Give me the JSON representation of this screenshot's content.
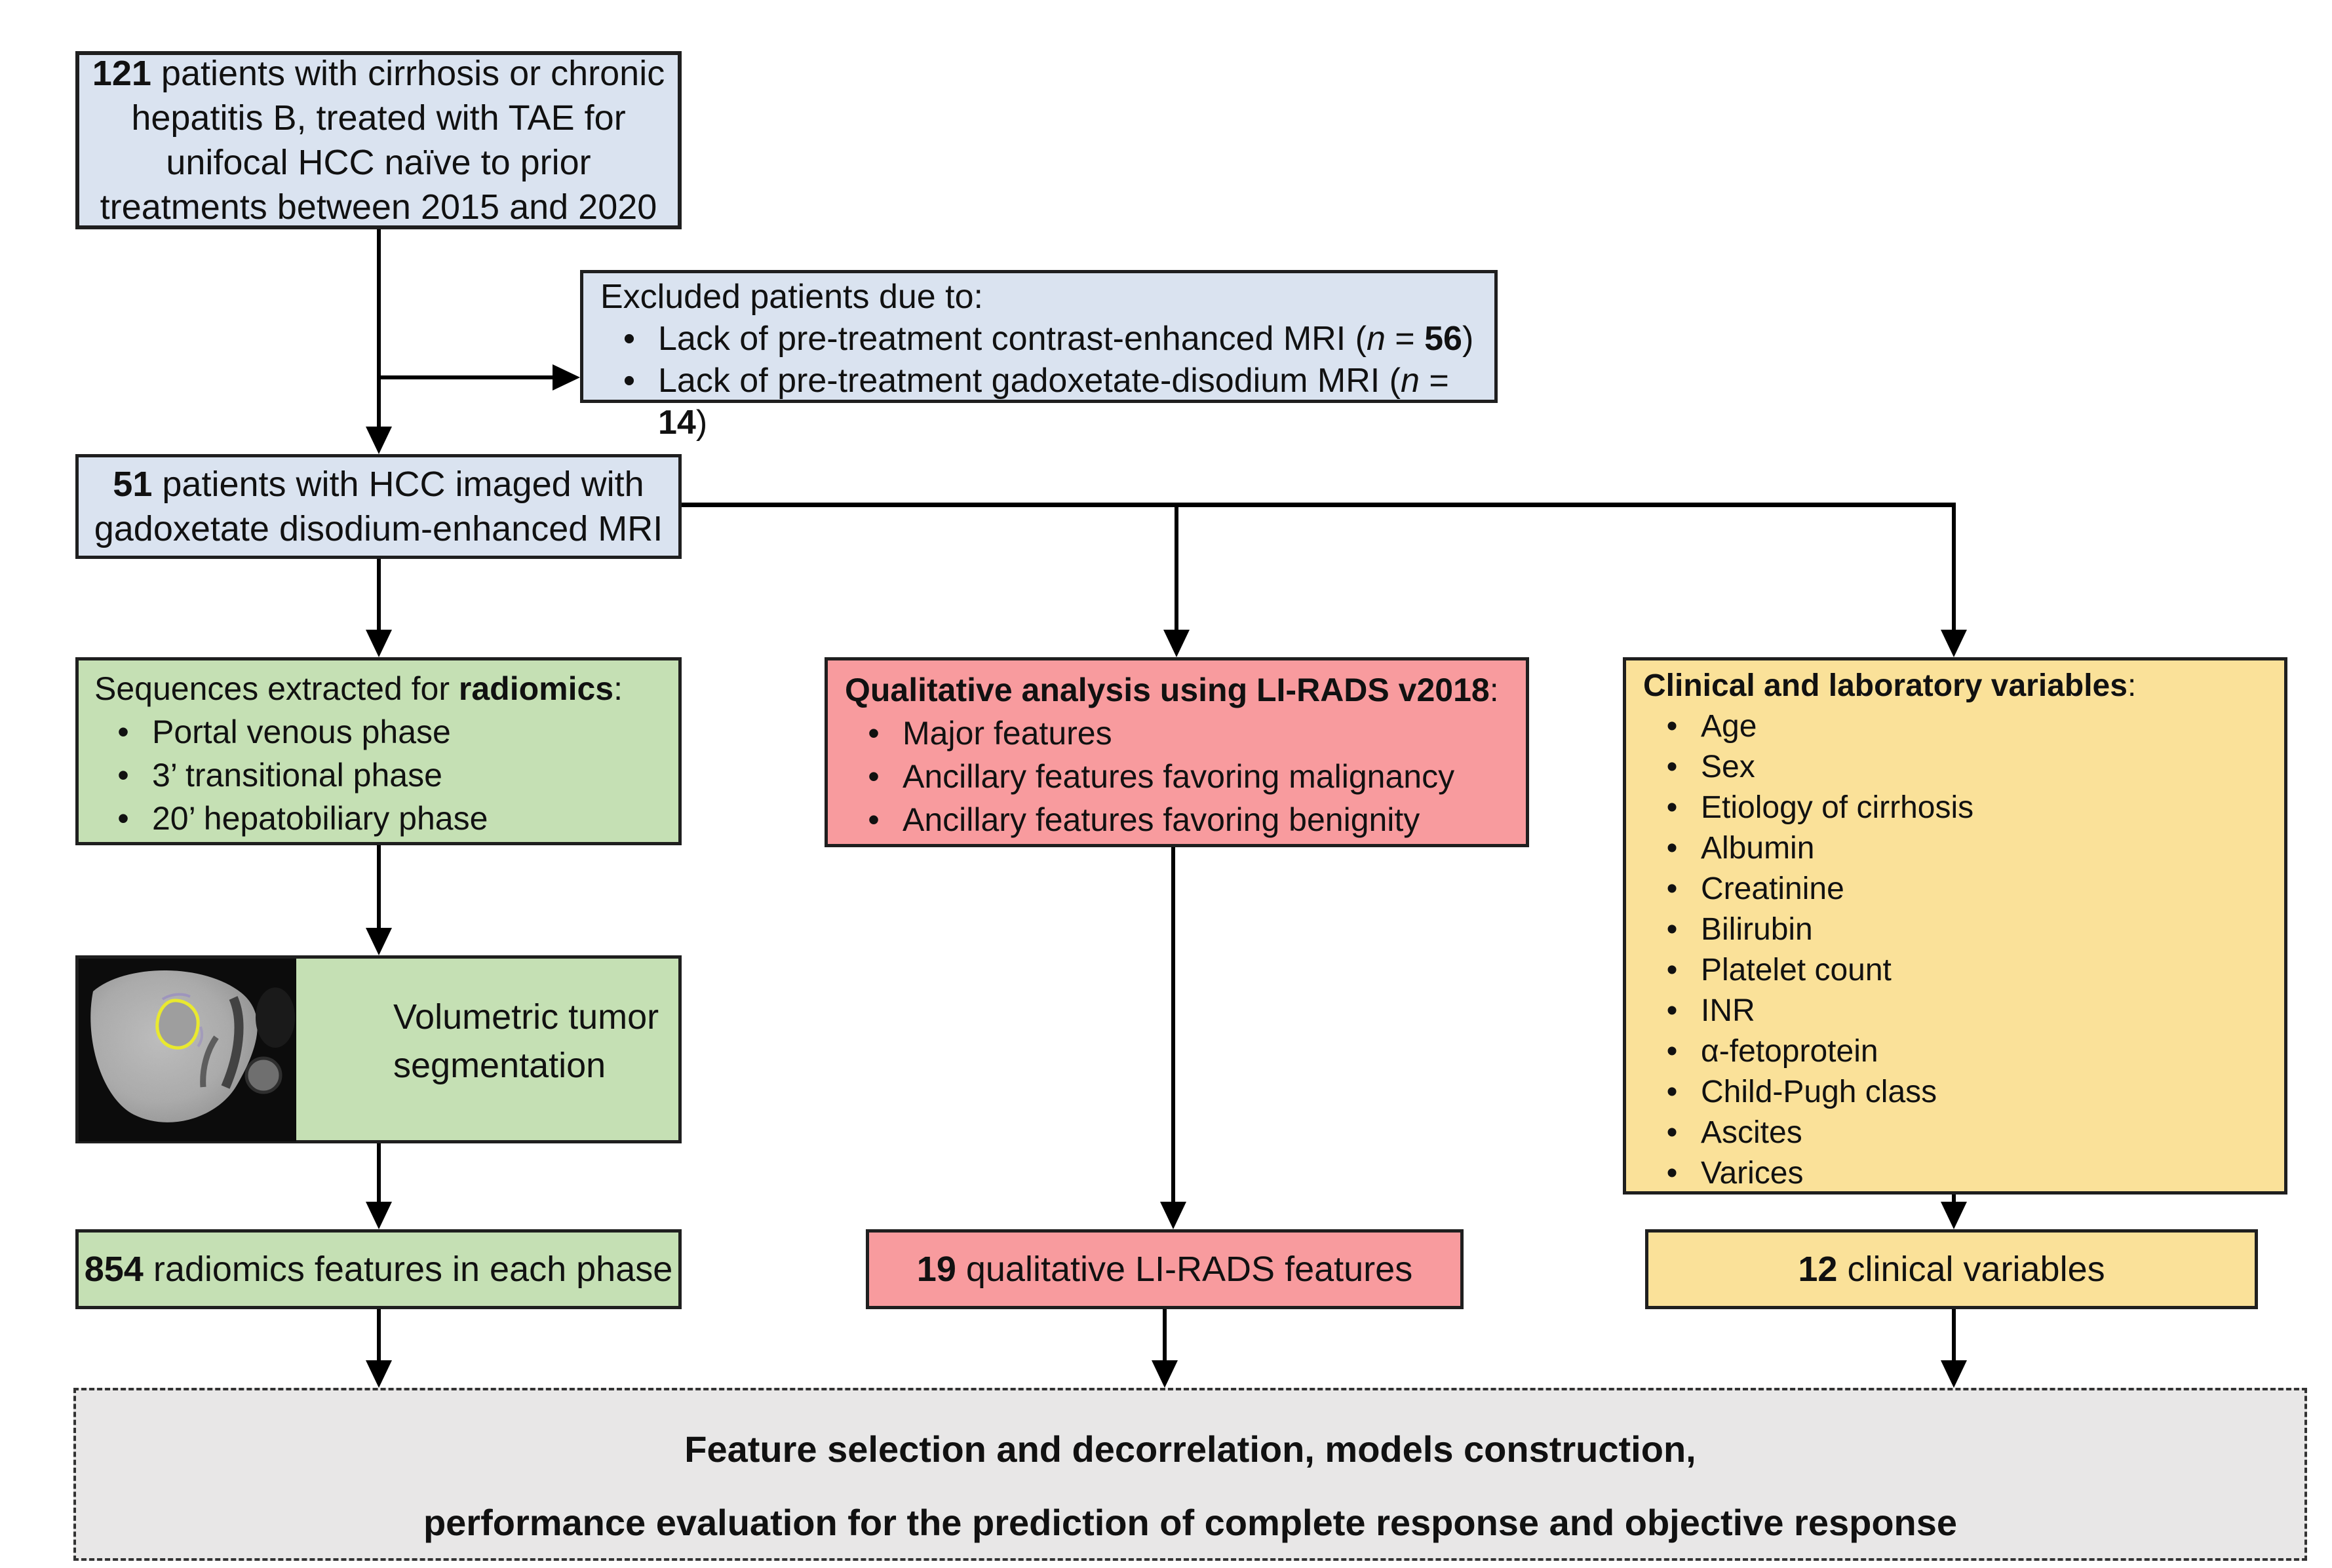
{
  "palette": {
    "blue": "#dae3f0",
    "green": "#c5e0b4",
    "red": "#f89b9e",
    "yellow": "#fae199",
    "gray_final": "#e8e7e7",
    "line": "#000000",
    "border": "#1f1f1f"
  },
  "boxes": {
    "cohort": {
      "number": "121",
      "line1_rest": " patients with cirrhosis or chronic",
      "line2": "hepatitis B, treated with TAE for",
      "line3": "unifocal HCC naïve to prior",
      "line4": "treatments between 2015 and 2020"
    },
    "excluded": {
      "title": "Excluded patients due to:",
      "bullets": [
        {
          "text": "Lack of pre-treatment contrast-enhanced MRI (",
          "n": "n",
          "eq": " = ",
          "count": "56",
          "close": ")"
        },
        {
          "text": "Lack of pre-treatment gadoxetate-disodium MRI (",
          "n": "n",
          "eq": " = ",
          "count": "14",
          "close": ")"
        }
      ]
    },
    "imaged": {
      "number": "51",
      "line1_rest": " patients with HCC imaged with",
      "line2": "gadoxetate disodium-enhanced MRI"
    },
    "sequences": {
      "title_pre": "Sequences extracted for ",
      "title_bold": "radiomics",
      "title_post": ":",
      "bullets": [
        "Portal venous phase",
        "3’ transitional phase",
        "20’ hepatobiliary phase"
      ]
    },
    "segmentation": {
      "line1": "Volumetric tumor",
      "line2": "segmentation",
      "image_caption": "axial liver MRI with yellow tumor contour"
    },
    "radiomics_count": {
      "number": "854",
      "rest": " radiomics features in each phase"
    },
    "lirads": {
      "title_bold": "Qualitative analysis using LI-RADS v2018",
      "title_post": ":",
      "bullets": [
        "Major features",
        "Ancillary features favoring malignancy",
        "Ancillary features favoring benignity"
      ]
    },
    "lirads_count": {
      "number": "19",
      "rest": " qualitative LI-RADS features"
    },
    "clinical": {
      "title_bold": "Clinical and laboratory variables",
      "title_post": ":",
      "bullets": [
        "Age",
        "Sex",
        "Etiology of cirrhosis",
        "Albumin",
        "Creatinine",
        "Bilirubin",
        "Platelet count",
        "INR",
        "α-fetoprotein",
        "Child-Pugh class",
        "Ascites",
        "Varices"
      ]
    },
    "clinical_count": {
      "number": "12",
      "rest": " clinical variables"
    },
    "final": {
      "line1": "Feature selection and decorrelation, models construction,",
      "line2": "performance evaluation for the prediction of complete response and objective response"
    }
  },
  "bullet_glyph": "•"
}
